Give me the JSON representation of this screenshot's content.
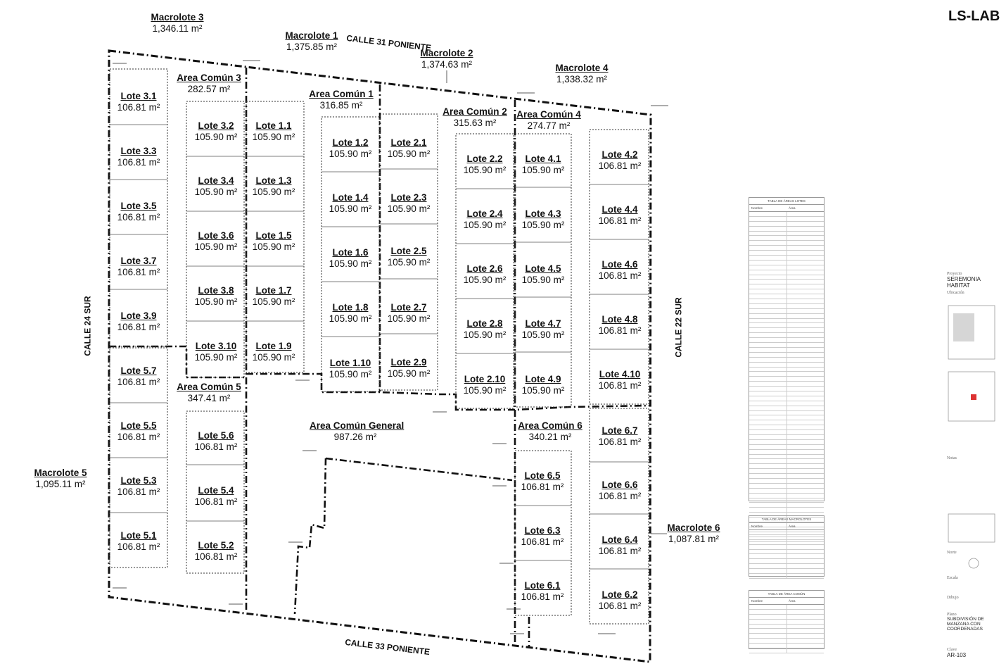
{
  "brand": "LS-LAB",
  "streets": {
    "north": "CALLE 31 PONIENTE",
    "south": "CALLE 33 PONIENTE",
    "west": "CALLE 24 SUR",
    "east": "CALLE 22 SUR"
  },
  "macrolotes": [
    {
      "name": "Macrolote 3",
      "area": "1,346.11 m²"
    },
    {
      "name": "Macrolote 1",
      "area": "1,375.85 m²"
    },
    {
      "name": "Macrolote 2",
      "area": "1,374.63 m²"
    },
    {
      "name": "Macrolote 4",
      "area": "1,338.32 m²"
    },
    {
      "name": "Macrolote 5",
      "area": "1,095.11 m²"
    },
    {
      "name": "Macrolote 6",
      "area": "1,087.81 m²"
    }
  ],
  "common_areas": [
    {
      "name": "Area Común 3",
      "area": "282.57 m²"
    },
    {
      "name": "Area Común 1",
      "area": "316.85 m²"
    },
    {
      "name": "Area Común 2",
      "area": "315.63 m²"
    },
    {
      "name": "Area Común 4",
      "area": "274.77 m²"
    },
    {
      "name": "Area Común 5",
      "area": "347.41 m²"
    },
    {
      "name": "Area Común General",
      "area": "987.26 m²"
    },
    {
      "name": "Area Común 6",
      "area": "340.21 m²"
    }
  ],
  "lots": [
    {
      "name": "Lote 3.1",
      "area": "106.81 m²"
    },
    {
      "name": "Lote 3.3",
      "area": "106.81 m²"
    },
    {
      "name": "Lote 3.5",
      "area": "106.81 m²"
    },
    {
      "name": "Lote 3.7",
      "area": "106.81 m²"
    },
    {
      "name": "Lote 3.9",
      "area": "106.81 m²"
    },
    {
      "name": "Lote 3.2",
      "area": "105.90 m²"
    },
    {
      "name": "Lote 3.4",
      "area": "105.90 m²"
    },
    {
      "name": "Lote 3.6",
      "area": "105.90 m²"
    },
    {
      "name": "Lote 3.8",
      "area": "105.90 m²"
    },
    {
      "name": "Lote 3.10",
      "area": "105.90 m²"
    },
    {
      "name": "Lote 1.1",
      "area": "105.90 m²"
    },
    {
      "name": "Lote 1.3",
      "area": "105.90 m²"
    },
    {
      "name": "Lote 1.5",
      "area": "105.90 m²"
    },
    {
      "name": "Lote 1.7",
      "area": "105.90 m²"
    },
    {
      "name": "Lote 1.9",
      "area": "105.90 m²"
    },
    {
      "name": "Lote 1.2",
      "area": "105.90 m²"
    },
    {
      "name": "Lote 1.4",
      "area": "105.90 m²"
    },
    {
      "name": "Lote 1.6",
      "area": "105.90 m²"
    },
    {
      "name": "Lote 1.8",
      "area": "105.90 m²"
    },
    {
      "name": "Lote 1.10",
      "area": "105.90 m²"
    },
    {
      "name": "Lote 2.1",
      "area": "105.90 m²"
    },
    {
      "name": "Lote 2.3",
      "area": "105.90 m²"
    },
    {
      "name": "Lote 2.5",
      "area": "105.90 m²"
    },
    {
      "name": "Lote 2.7",
      "area": "105.90 m²"
    },
    {
      "name": "Lote 2.9",
      "area": "105.90 m²"
    },
    {
      "name": "Lote 2.2",
      "area": "105.90 m²"
    },
    {
      "name": "Lote 2.4",
      "area": "105.90 m²"
    },
    {
      "name": "Lote 2.6",
      "area": "105.90 m²"
    },
    {
      "name": "Lote 2.8",
      "area": "105.90 m²"
    },
    {
      "name": "Lote 2.10",
      "area": "105.90 m²"
    },
    {
      "name": "Lote 4.1",
      "area": "105.90 m²"
    },
    {
      "name": "Lote 4.3",
      "area": "105.90 m²"
    },
    {
      "name": "Lote 4.5",
      "area": "105.90 m²"
    },
    {
      "name": "Lote 4.7",
      "area": "105.90 m²"
    },
    {
      "name": "Lote 4.9",
      "area": "105.90 m²"
    },
    {
      "name": "Lote 4.2",
      "area": "106.81 m²"
    },
    {
      "name": "Lote 4.4",
      "area": "106.81 m²"
    },
    {
      "name": "Lote 4.6",
      "area": "106.81 m²"
    },
    {
      "name": "Lote 4.8",
      "area": "106.81 m²"
    },
    {
      "name": "Lote 4.10",
      "area": "106.81 m²"
    },
    {
      "name": "Lote 5.7",
      "area": "106.81 m²"
    },
    {
      "name": "Lote 5.5",
      "area": "106.81 m²"
    },
    {
      "name": "Lote 5.3",
      "area": "106.81 m²"
    },
    {
      "name": "Lote 5.1",
      "area": "106.81 m²"
    },
    {
      "name": "Lote 5.6",
      "area": "106.81 m²"
    },
    {
      "name": "Lote 5.4",
      "area": "106.81 m²"
    },
    {
      "name": "Lote 5.2",
      "area": "106.81 m²"
    },
    {
      "name": "Lote 6.5",
      "area": "106.81 m²"
    },
    {
      "name": "Lote 6.3",
      "area": "106.81 m²"
    },
    {
      "name": "Lote 6.1",
      "area": "106.81 m²"
    },
    {
      "name": "Lote 6.7",
      "area": "106.81 m²"
    },
    {
      "name": "Lote 6.6",
      "area": "106.81 m²"
    },
    {
      "name": "Lote 6.4",
      "area": "106.81 m²"
    },
    {
      "name": "Lote 6.2",
      "area": "106.81 m²"
    }
  ],
  "sheet": {
    "project_caption": "Proyecto",
    "project_name_1": "SEREMONIA",
    "project_name_2": "HABITAT",
    "location_caption": "Ubicación",
    "plan_caption": "Plano",
    "plan_title_1": "SUBDIVISIÓN DE",
    "plan_title_2": "MANZANA CON",
    "plan_title_3": "COORDENADAS",
    "key_caption": "Clave",
    "key_value": "AR-103",
    "north_caption": "Norte",
    "scale_caption": "Escala",
    "notes_caption": "Notas",
    "drawing_caption": "Dibujo"
  },
  "tables": {
    "lots_title": "TABLA DE ÁREAS LOTES",
    "macro_title": "TABLA DE ÁREAS MACROLOTES",
    "common_title": "TABLA DE ÁREA COMÚN",
    "col_name": "Nombre",
    "col_area": "Área"
  }
}
